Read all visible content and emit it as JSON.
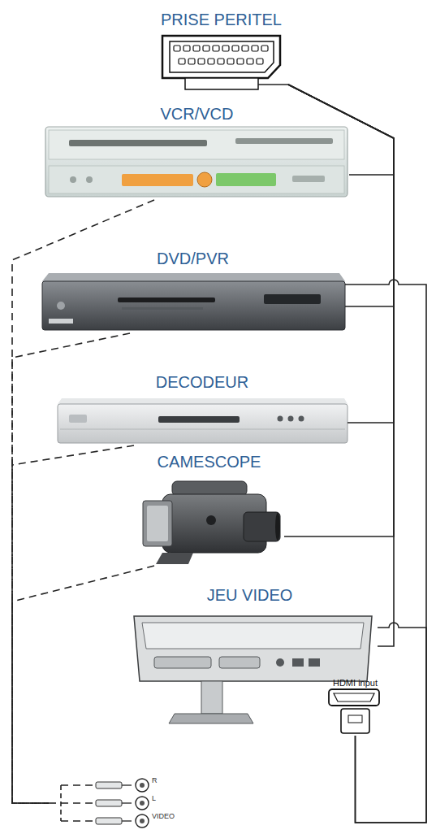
{
  "diagram": {
    "nodes": [
      {
        "text": [
          "PRISE PERITEL"
        ]
      },
      {
        "text": [
          "VCR/VCD"
        ]
      },
      {
        "text": [
          "DVD/PVR"
        ]
      },
      {
        "text": [
          "DECODEUR"
        ]
      },
      {
        "text": [
          "CAMESCOPE"
        ]
      },
      {
        "text": [
          "JEU VIDEO"
        ]
      },
      {
        "text": [
          "HDMI input"
        ]
      },
      {
        "text": [
          "R",
          "L",
          "VIDEO"
        ]
      }
    ],
    "edges": [
      {
        "from": 0,
        "to": 1,
        "arrow": "none"
      },
      {
        "from": 0,
        "to": 2,
        "arrow": "none"
      },
      {
        "from": 0,
        "to": 3,
        "arrow": "none"
      },
      {
        "from": 0,
        "to": 4,
        "arrow": "none"
      },
      {
        "from": 0,
        "to": 5,
        "arrow": "none"
      },
      {
        "from": 6,
        "to": 2,
        "arrow": "none"
      },
      {
        "from": 6,
        "to": 5,
        "arrow": "none"
      },
      {
        "from": 1,
        "to": 7,
        "arrow": "none"
      },
      {
        "from": 2,
        "to": 7,
        "arrow": "none"
      },
      {
        "from": 3,
        "to": 7,
        "arrow": "none"
      },
      {
        "from": 4,
        "to": 7,
        "arrow": "none"
      }
    ]
  }
}
